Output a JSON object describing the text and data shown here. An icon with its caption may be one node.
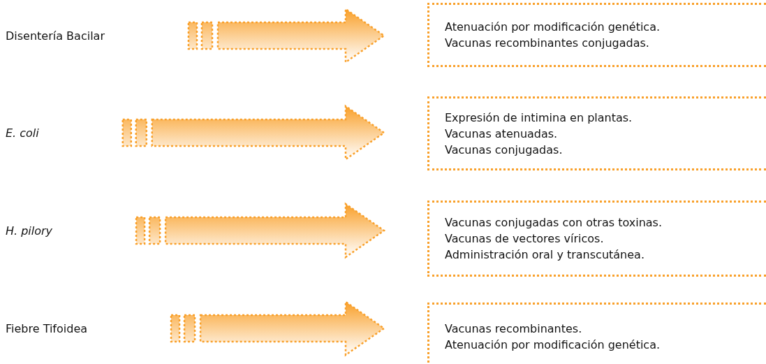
{
  "diagram": {
    "nodes": [
      {
        "text": [
          "Disentería Bacilar"
        ]
      },
      {
        "text": [
          "Atenuación por modificación genética.",
          "Vacunas recombinantes conjugadas."
        ]
      },
      {
        "text": [
          "E. coli"
        ]
      },
      {
        "text": [
          "Expresión de intimina en plantas.",
          "Vacunas atenuadas.",
          "Vacunas conjugadas."
        ]
      },
      {
        "text": [
          "H. pilory"
        ]
      },
      {
        "text": [
          "Vacunas conjugadas con otras toxinas.",
          "Vacunas de vectores víricos.",
          "Administración oral y transcutánea."
        ]
      },
      {
        "text": [
          "Fiebre Tifoidea"
        ]
      },
      {
        "text": [
          "Vacunas recombinantes.",
          "Atenuación por modificación genética."
        ]
      }
    ],
    "edges": [
      {
        "from": 0,
        "to": 1,
        "arrow": "to"
      },
      {
        "from": 2,
        "to": 3,
        "arrow": "to"
      },
      {
        "from": 4,
        "to": 5,
        "arrow": "to"
      },
      {
        "from": 6,
        "to": 7,
        "arrow": "to"
      }
    ]
  }
}
